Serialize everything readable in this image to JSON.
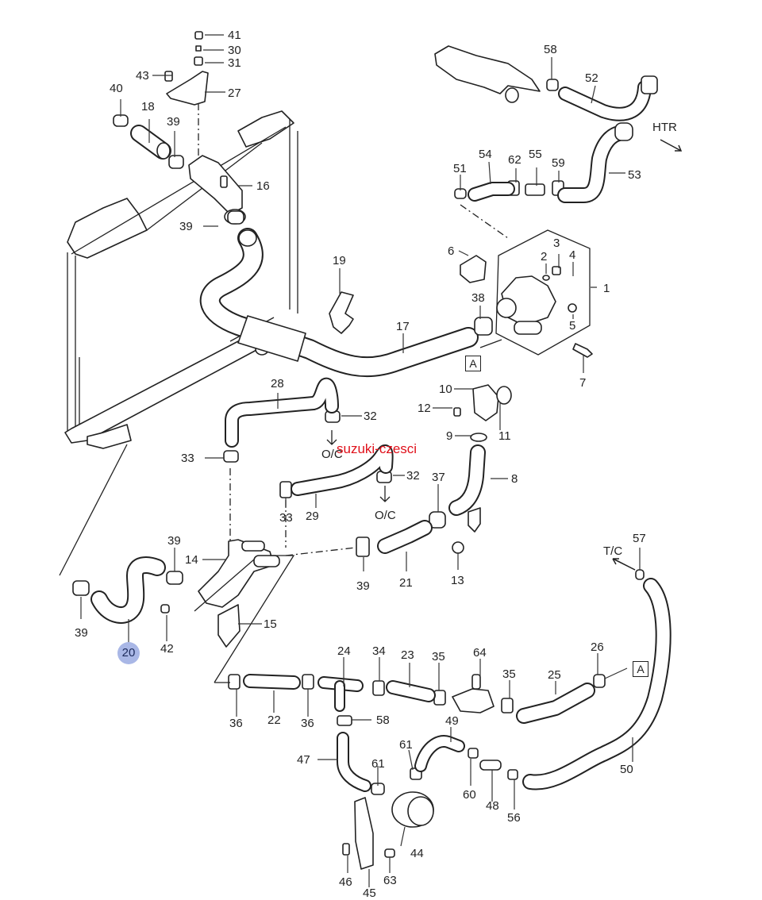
{
  "diagram": {
    "title": "Cooling system hoses parts diagram",
    "watermark": "suzuki-czesci",
    "highlight_color": "#a9b7e6",
    "watermark_color": "#e0101a",
    "destinations": {
      "htr": "HTR",
      "oc_upper": "O/C",
      "oc_lower": "O/C",
      "tc": "T/C"
    },
    "reference_markers": {
      "a_upper": "A",
      "a_lower": "A"
    },
    "highlighted_part": "20",
    "callouts": {
      "c41": "41",
      "c30": "30",
      "c31": "31",
      "c43": "43",
      "c27": "27",
      "c40": "40",
      "c18": "18",
      "c39_top": "39",
      "c16": "16",
      "c39_rad": "39",
      "c58_top": "58",
      "c52": "52",
      "c54": "54",
      "c62": "62",
      "c55": "55",
      "c59": "59",
      "c51": "51",
      "c53": "53",
      "c6": "6",
      "c2": "2",
      "c3": "3",
      "c4": "4",
      "c1": "1",
      "c5": "5",
      "c38": "38",
      "c7": "7",
      "c19": "19",
      "c17": "17",
      "c28": "28",
      "c32_a": "32",
      "c33_a": "33",
      "c32_b": "32",
      "c33_b": "33",
      "c29": "29",
      "c10": "10",
      "c12": "12",
      "c9": "9",
      "c11": "11",
      "c37": "37",
      "c8": "8",
      "c39_mid": "39",
      "c21": "21",
      "c13": "13",
      "c39_l": "39",
      "c14": "14",
      "c39_ll": "39",
      "c20": "20",
      "c42": "42",
      "c15": "15",
      "c57": "57",
      "c24": "24",
      "c34": "34",
      "c23": "23",
      "c35_a": "35",
      "c64": "64",
      "c35_b": "35",
      "c25": "25",
      "c26": "26",
      "c36_a": "36",
      "c22": "22",
      "c36_b": "36",
      "c58_b": "58",
      "c49": "49",
      "c50": "50",
      "c47": "47",
      "c61_a": "61",
      "c61_b": "61",
      "c60": "60",
      "c48": "48",
      "c56": "56",
      "c44": "44",
      "c46": "46",
      "c63": "63",
      "c45": "45"
    }
  }
}
